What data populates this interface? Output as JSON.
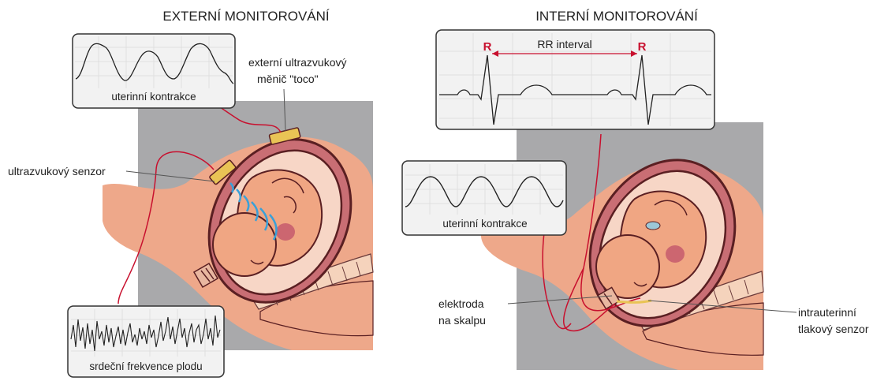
{
  "titles": {
    "external": "EXTERNÍ MONITOROVÁNÍ",
    "internal": "INTERNÍ MONITOROVÁNÍ"
  },
  "external": {
    "contraction_label": "uterinní kontrakce",
    "toco_label_line1": "externí ultrazvukový",
    "toco_label_line2": "měnič \"toco\"",
    "ultrasound_sensor_label": "ultrazvukový senzor",
    "fhr_label": "srdeční frekvence plodu"
  },
  "internal": {
    "ecg_peak_left": "R",
    "ecg_peak_right": "R",
    "rr_label": "RR interval",
    "contraction_label": "uterinní kontrakce",
    "electrode_line1": "elektroda",
    "electrode_line2": "na skalpu",
    "pressure_line1": "intrauterinní",
    "pressure_line2": "tlakový senzor"
  },
  "colors": {
    "panel_gray": "#a9a9ab",
    "skin": "#eea88a",
    "skin_dark": "#d98868",
    "uterus_outline": "#5a1f22",
    "uterus_wall": "#c96e74",
    "fetus": "#f0a683",
    "spine": "#f5d3bc",
    "transducer": "#e9c455",
    "wave_blue": "#3aa0d8",
    "cable_red": "#c8102e",
    "label_red": "#c8102e",
    "strip_bg": "#f2f2f2",
    "strip_border": "#333333"
  }
}
